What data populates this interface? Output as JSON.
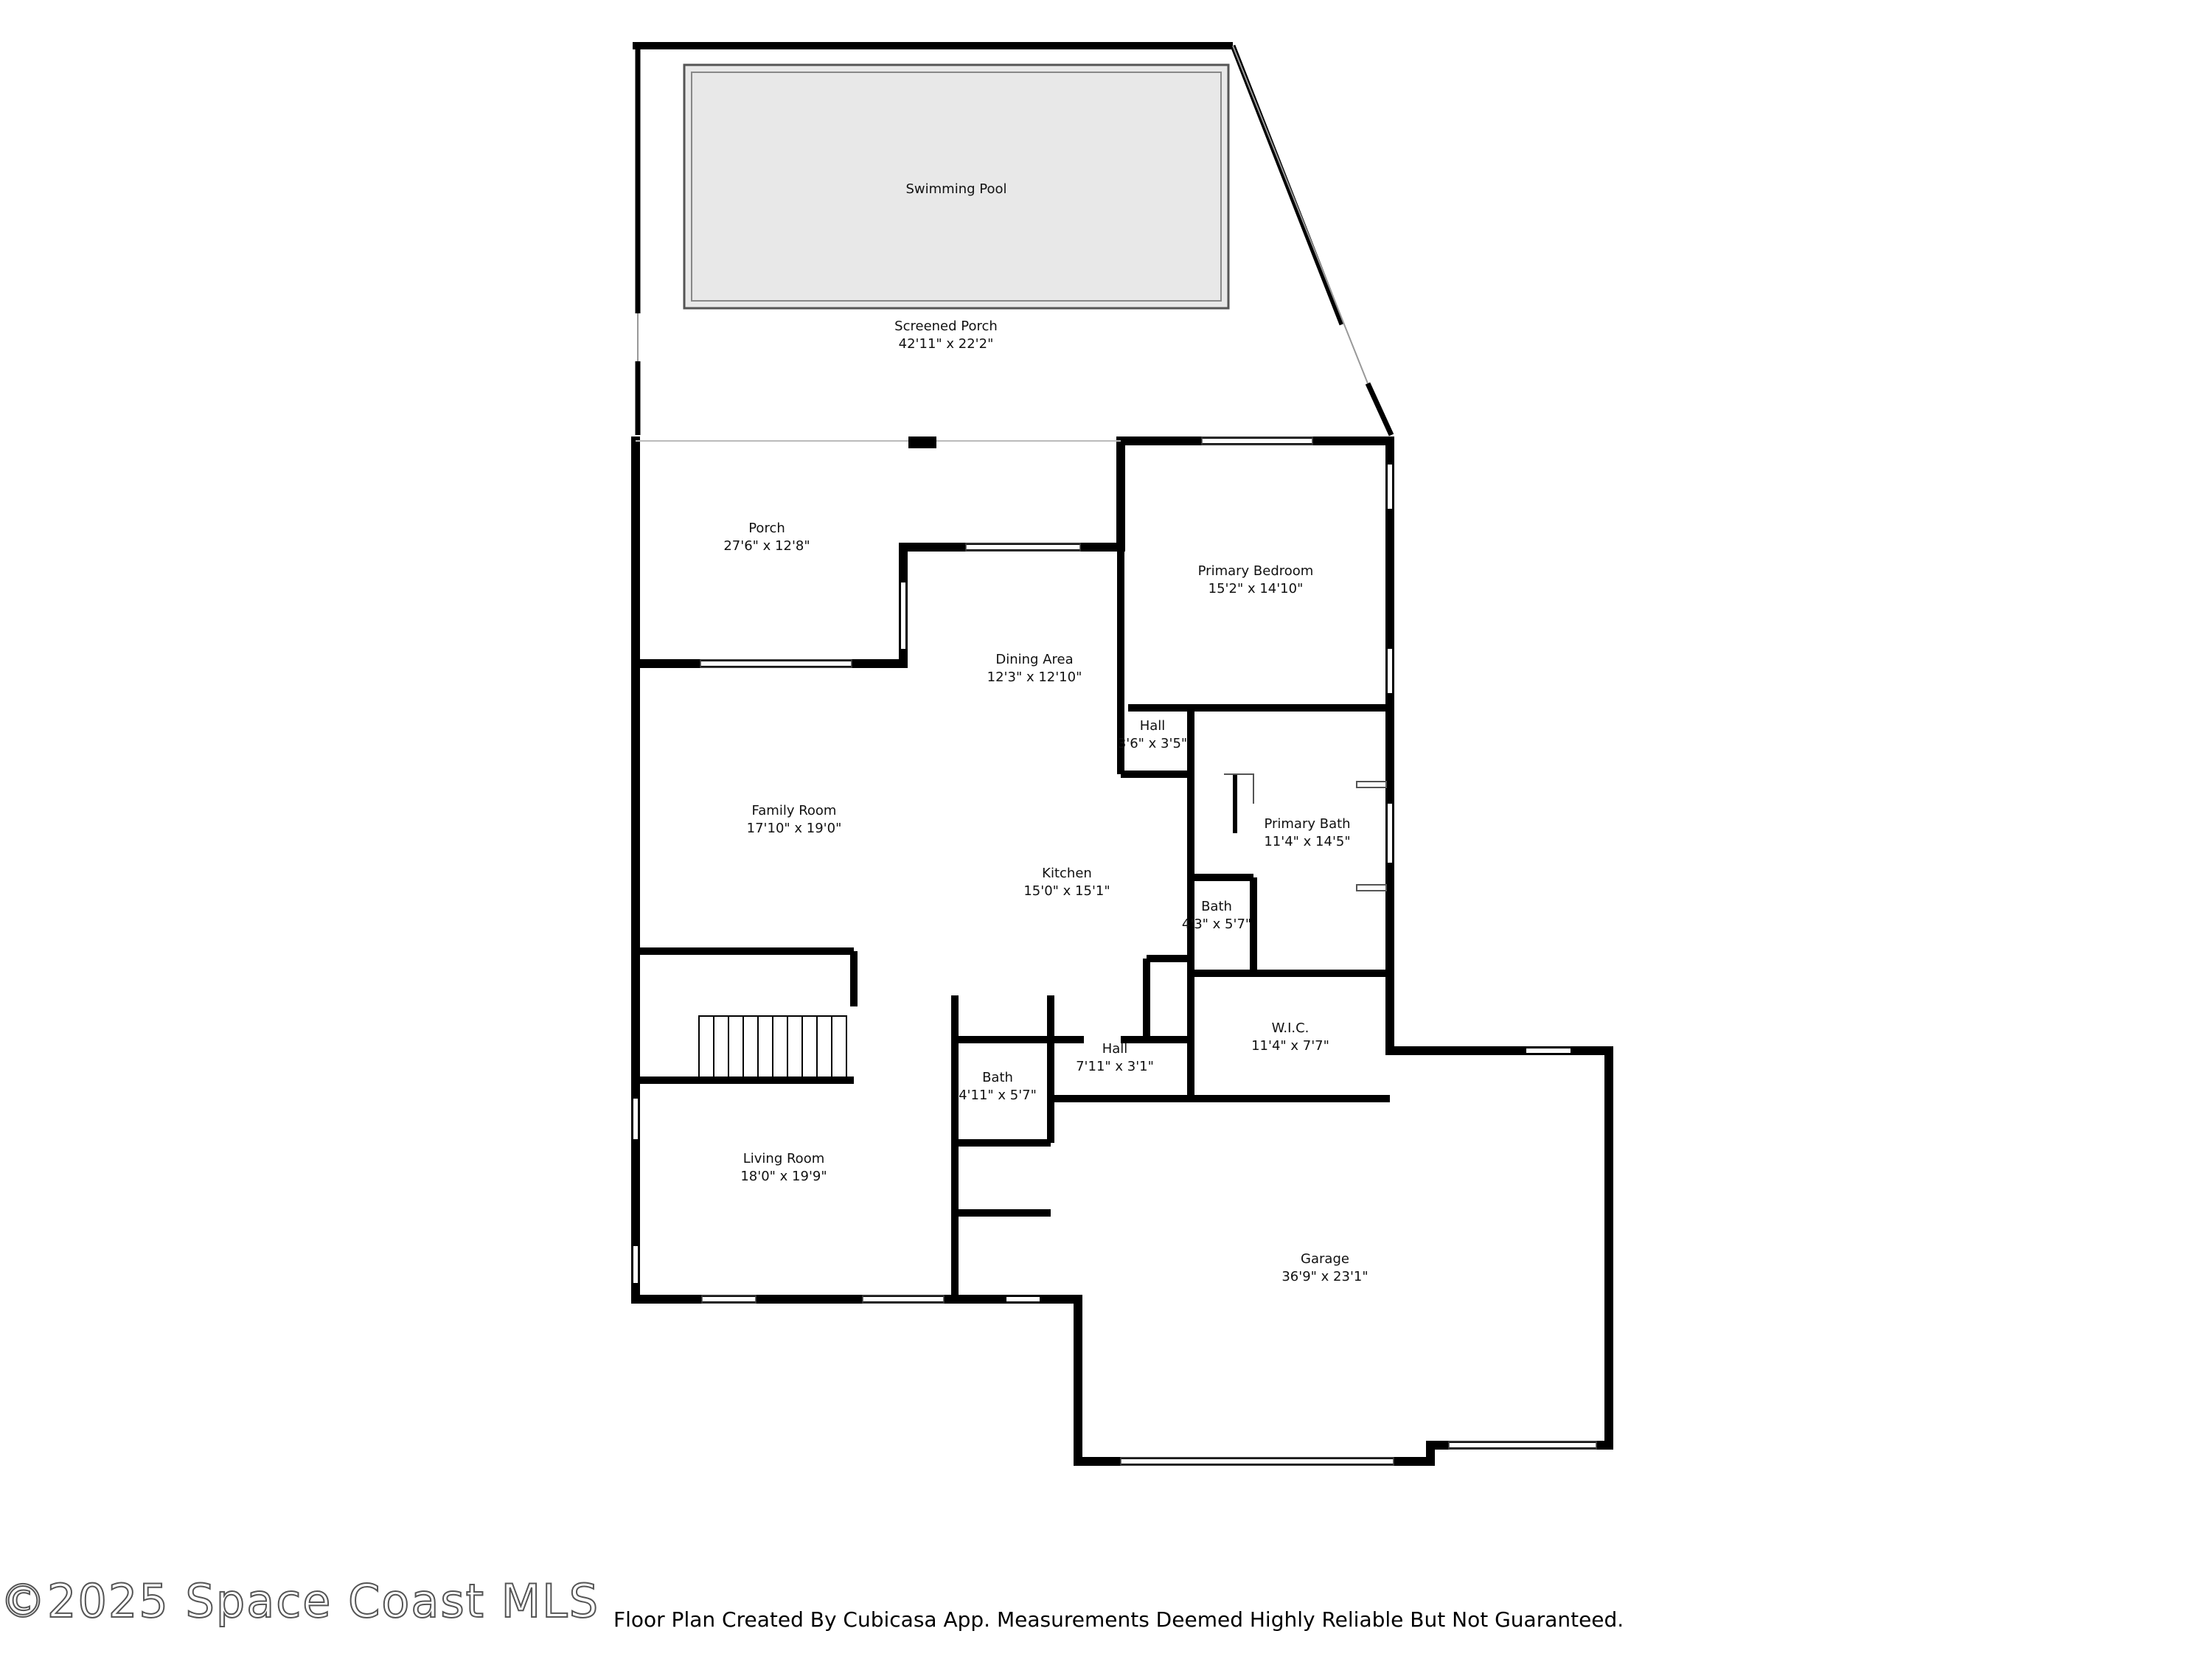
{
  "rooms": {
    "swimming_pool": {
      "name": "Swimming Pool"
    },
    "screened_porch": {
      "name": "Screened Porch",
      "size": "42'11\" x 22'2\""
    },
    "porch": {
      "name": "Porch",
      "size": "27'6\" x 12'8\""
    },
    "primary_bedroom": {
      "name": "Primary Bedroom",
      "size": "15'2\" x 14'10\""
    },
    "dining_area": {
      "name": "Dining Area",
      "size": "12'3\" x 12'10\""
    },
    "hall_upper": {
      "name": "Hall",
      "size": "3'6\" x 3'5\""
    },
    "family_room": {
      "name": "Family Room",
      "size": "17'10\" x 19'0\""
    },
    "primary_bath": {
      "name": "Primary Bath",
      "size": "11'4\" x 14'5\""
    },
    "kitchen": {
      "name": "Kitchen",
      "size": "15'0\" x 15'1\""
    },
    "bath_small": {
      "name": "Bath",
      "size": "4'3\" x 5'7\""
    },
    "wic": {
      "name": "W.I.C.",
      "size": "11'4\" x 7'7\""
    },
    "hall_lower": {
      "name": "Hall",
      "size": "7'11\" x 3'1\""
    },
    "bath_lower": {
      "name": "Bath",
      "size": "4'11\" x 5'7\""
    },
    "living_room": {
      "name": "Living Room",
      "size": "18'0\" x 19'9\""
    },
    "garage": {
      "name": "Garage",
      "size": "36'9\" x 23'1\""
    }
  },
  "footer": {
    "note": "Floor Plan Created By Cubicasa App. Measurements Deemed Highly Reliable But Not Guaranteed.",
    "watermark": "©2025 Space Coast MLS"
  },
  "colors": {
    "wall": "#000000",
    "pool_fill": "#e8e8e8",
    "background": "#ffffff"
  }
}
